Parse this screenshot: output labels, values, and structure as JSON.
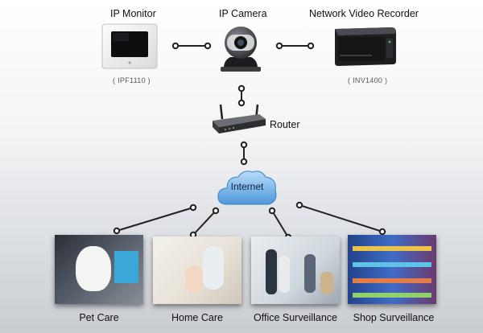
{
  "devices": {
    "monitor": {
      "label": "IP Monitor",
      "model": "( IPF1110 )"
    },
    "camera": {
      "label": "IP Camera"
    },
    "nvr": {
      "label": "Network Video Recorder",
      "model": "( INV1400 )"
    },
    "router": {
      "label": "Router"
    },
    "internet": {
      "label": "Internet"
    }
  },
  "scenarios": [
    {
      "label": "Pet Care"
    },
    {
      "label": "Home Care"
    },
    {
      "label": "Office Surveillance"
    },
    {
      "label": "Shop Surveillance"
    }
  ],
  "colors": {
    "cloud": "#5aa6e6",
    "line": "#222222"
  }
}
